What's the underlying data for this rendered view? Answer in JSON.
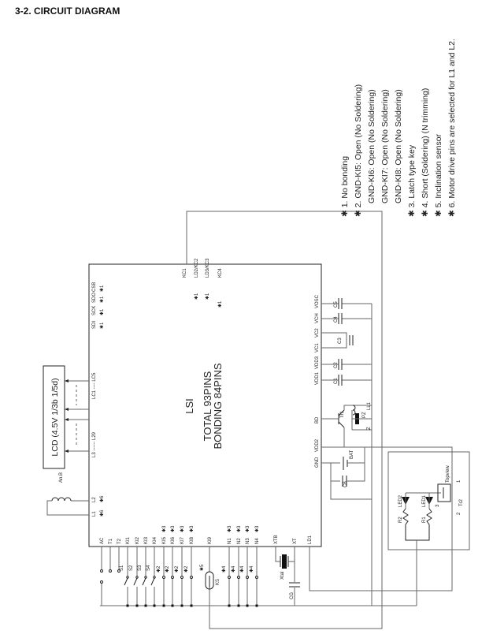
{
  "title": "3-2.  CIRCUIT DIAGRAM",
  "notes": [
    "✱ 1. No bonding",
    "✱ 2. GND-KI5: Open (No Soldering)",
    "GND-KI6: Open (No Soldering)",
    "GND-KI7: Open (No Soldering)",
    "GND-KI8: Open (No Soldering)",
    "✱ 3. Latch type key",
    "✱ 4. Short (Soldering) (N trimming)",
    "✱ 5. Inclination sensor",
    "✱ 6. Motor drive pins are selected for L1 and L2."
  ],
  "lsi": {
    "name": "LSI",
    "total": "TOTAL 93PINS",
    "bonding": "BONDING 84PINS"
  },
  "lcd": {
    "label": "LCD (4.5V  1/3b  1/5d)",
    "seg1": "L3 ------ L29",
    "seg2": "LC1 ---- LC5"
  },
  "motor": {
    "label": "An.B",
    "l1": "L1",
    "l2": "L2",
    "mark": "✱6"
  },
  "serial_pins": [
    "SDI",
    "SCK",
    "SDO",
    "CSB"
  ],
  "serial_mark": "✱1",
  "kc_pins": [
    "KC1",
    "LD2/KC2",
    "LD3/KC3",
    "KC4"
  ],
  "bottom_pins": [
    "AC",
    "T1",
    "T2",
    "KI1",
    "KI2",
    "KI3",
    "KI4",
    "KI5",
    "KI6",
    "KI7",
    "KI8",
    "KI9",
    "N1",
    "N2",
    "N3",
    "N4",
    "XTB",
    "XT",
    "LD1"
  ],
  "mark3": "✱3",
  "mark2": "✱2",
  "mark4": "✱4",
  "mark5": "✱5",
  "switches": [
    "S1",
    "S2",
    "S3",
    "S4"
  ],
  "ks": "KS",
  "xtal": "Xtal",
  "cg": "CG",
  "right_pins": [
    "VOSC",
    "VCH",
    "VC2",
    "VC1",
    "VDD3",
    "VDD1",
    "BD",
    "VDD2",
    "GND"
  ],
  "caps": [
    "C5",
    "C4",
    "C3",
    "C2",
    "C1",
    "C6"
  ],
  "tr1": "Tr1",
  "ll1": "LL1",
  "pz": "PZ",
  "z": "Z",
  "bat": "BAT",
  "sensor": {
    "topview": "Topview",
    "tr2": "Tr2",
    "p1": "1",
    "p2": "2",
    "p3": "3",
    "led1": "LED1",
    "led2": "LED2",
    "r1": "R1",
    "r2": "R2"
  }
}
